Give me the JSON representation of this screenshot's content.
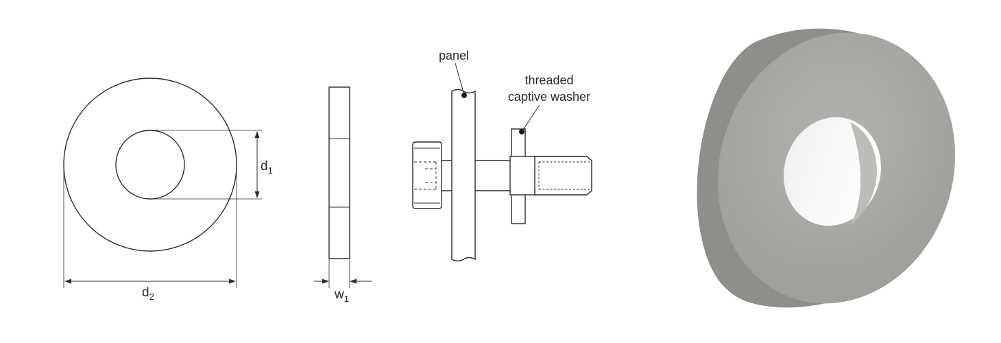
{
  "labels": {
    "d1": {
      "base": "d",
      "sub": "1"
    },
    "d2": {
      "base": "d",
      "sub": "2"
    },
    "w1": {
      "base": "w",
      "sub": "1"
    },
    "panel": "panel",
    "washer_line1": "threaded",
    "washer_line2": "captive washer"
  },
  "colors": {
    "line": "#2b2b2b",
    "washer_face": "#a9a8a5",
    "washer_edge": "#8f8e8b"
  }
}
